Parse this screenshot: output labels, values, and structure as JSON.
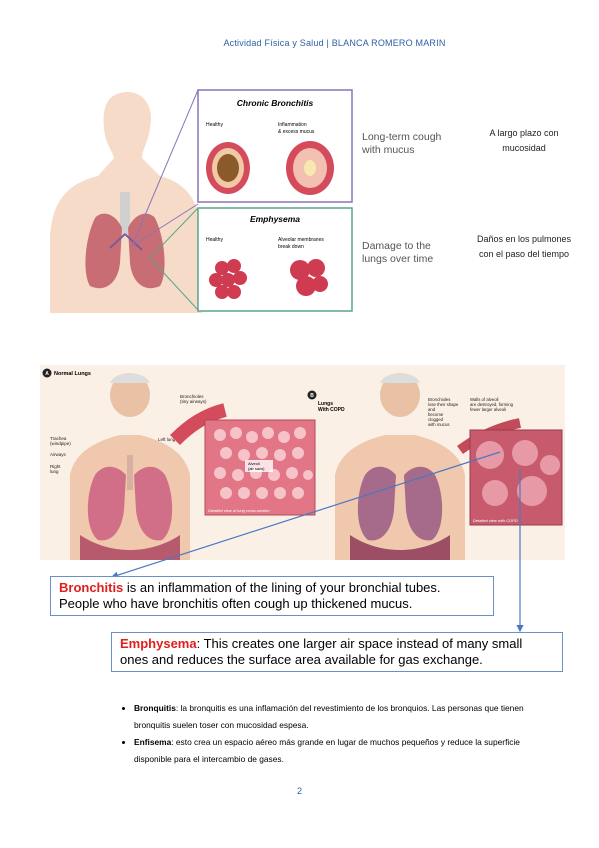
{
  "header": {
    "text": "Actividad Física y Salud | BLANCA ROMERO MARIN"
  },
  "figure1": {
    "chronic_title": "Chronic Bronchitis",
    "chronic_healthy": "Healthy",
    "chronic_inflamed_l1": "Inflammation",
    "chronic_inflamed_l2": "& excess mucus",
    "chronic_desc_l1": "Long-term cough",
    "chronic_desc_l2": "with mucus",
    "chronic_es_l1": "A largo plazo con",
    "chronic_es_l2": "mucosidad",
    "emph_title": "Emphysema",
    "emph_healthy": "Healthy",
    "emph_break_l1": "Alveolar membranes",
    "emph_break_l2": "break down",
    "emph_desc_l1": "Damage to the",
    "emph_desc_l2": "lungs over time",
    "emph_es_l1": "Daños en los pulmones",
    "emph_es_l2": "con el paso del tiempo"
  },
  "figure2": {
    "a_label": "A",
    "a_title": "Normal Lungs",
    "trachea_l1": "Trachea",
    "trachea_l2": "(windpipe)",
    "airways": "Airways",
    "right_lung_l1": "Right",
    "right_lung_l2": "lung",
    "left_lung": "Left lung",
    "bronchioles_l1": "Bronchioles",
    "bronchioles_l2": "(tiny airways)",
    "alveoli_l1": "Alveoli",
    "alveoli_l2": "(air sacs)",
    "detail_a": "Detailed view of lung cross-section",
    "b_label": "B",
    "b_title_l1": "Lungs",
    "b_title_l2": "With COPD",
    "b_bron_l1": "Bronchioles",
    "b_bron_l2": "lose their shape",
    "b_bron_l3": "and",
    "b_bron_l4": "become",
    "b_bron_l5": "clogged",
    "b_bron_l6": "with mucus",
    "b_walls_l1": "Walls of alveoli",
    "b_walls_l2": "are destroyed, forming",
    "b_walls_l3": "fewer larger alveoli",
    "detail_b": "Detailed view with COPD"
  },
  "callouts": {
    "bronchitis_term": "Bronchitis",
    "bronchitis_rest": " is an inflammation of the lining of your bronchial tubes.",
    "bronchitis_line2": "People who have bronchitis often cough up thickened mucus.",
    "emphysema_term": "Emphysema",
    "emphysema_rest": ": This creates one larger air space instead of many small",
    "emphysema_line2": "ones and reduces the surface area available for gas exchange."
  },
  "bullets": [
    {
      "term": "Bronquitis",
      "text": ": la bronquitis es una inflamación del revestimiento de los bronquios. Las personas que tienen bronquitis suelen toser con mucosidad espesa."
    },
    {
      "term": "Enfisema",
      "text": ": esto crea un espacio aéreo más grande en lugar de muchos pequeños y reduce la superficie disponible para el intercambio de gases."
    }
  ],
  "page_number": "2"
}
